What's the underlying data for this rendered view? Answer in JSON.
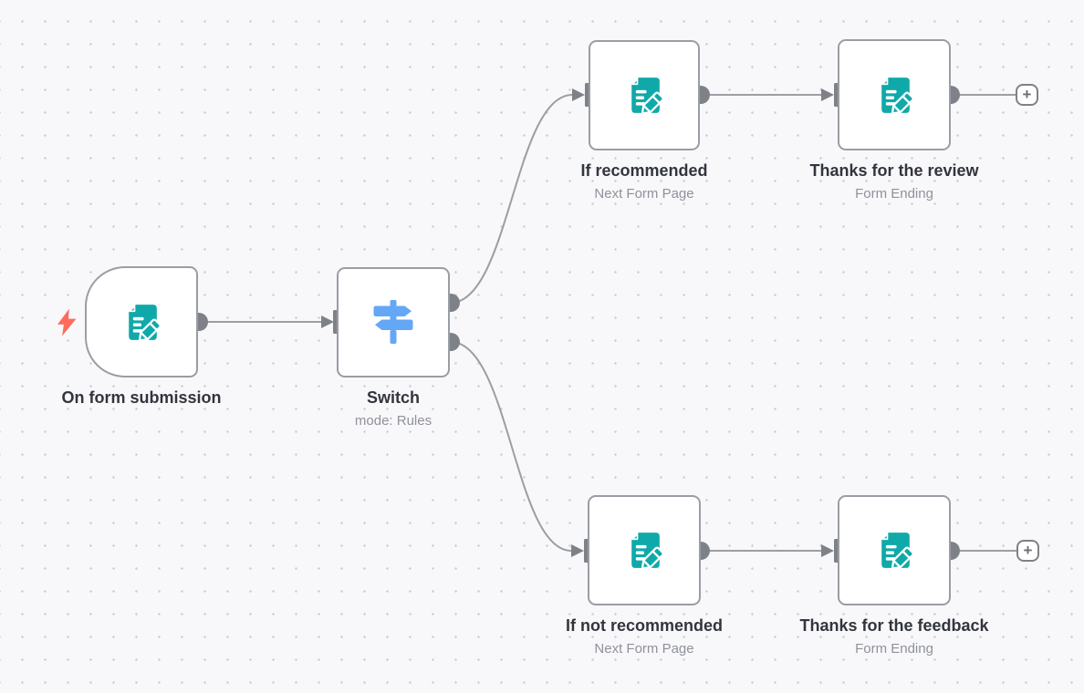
{
  "colors": {
    "canvas_bg": "#f8f8fa",
    "grid_dot": "#cfcfd5",
    "node_bg": "#ffffff",
    "node_border": "#999da4",
    "edge": "#9b9ea4",
    "endpoint": "#7e8187",
    "title_text": "#32353d",
    "subtitle_text": "#8f929b",
    "form_icon": "#10a9a9",
    "switch_icon": "#64a7f6",
    "bolt_icon": "#ff6b5a",
    "plus_glyph": "#6c6f75"
  },
  "nodes": [
    {
      "title": "On form submission",
      "subtitle": "",
      "icon": "form-pen-icon",
      "kind": "trigger"
    },
    {
      "title": "Switch",
      "subtitle": "mode: Rules",
      "icon": "signpost-icon",
      "kind": "switch"
    },
    {
      "title": "If recommended",
      "subtitle": "Next Form Page",
      "icon": "form-pen-icon",
      "kind": "form-page"
    },
    {
      "title": "Thanks for the review",
      "subtitle": "Form Ending",
      "icon": "form-pen-icon",
      "kind": "form-ending"
    },
    {
      "title": "If not recommended",
      "subtitle": "Next Form Page",
      "icon": "form-pen-icon",
      "kind": "form-page"
    },
    {
      "title": "Thanks for the feedback",
      "subtitle": "Form Ending",
      "icon": "form-pen-icon",
      "kind": "form-ending"
    }
  ],
  "connections": [
    {
      "from": "On form submission",
      "to": "Switch"
    },
    {
      "from": "Switch",
      "to": "If recommended",
      "output_index": 0
    },
    {
      "from": "Switch",
      "to": "If not recommended",
      "output_index": 1
    },
    {
      "from": "If recommended",
      "to": "Thanks for the review"
    },
    {
      "from": "If not recommended",
      "to": "Thanks for the feedback"
    }
  ],
  "plus": {
    "label": "+"
  }
}
